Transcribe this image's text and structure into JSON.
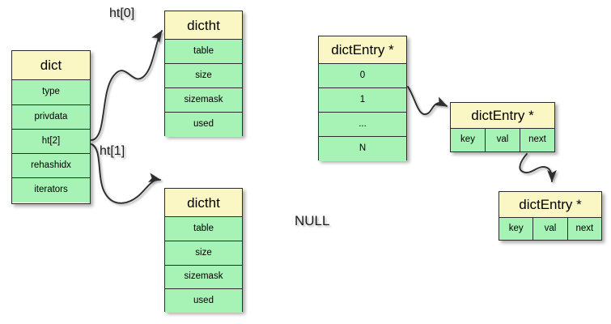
{
  "diagram": {
    "title": "Redis dict / dictht / dictEntry structure diagram",
    "background_color": "#ffffff",
    "header_color": "#fbf7c4",
    "cell_color": "#a6f3b5",
    "border_color": "#2d2d2d",
    "arrow_color": "#2d2d2d"
  },
  "dict_struct": {
    "header": "dict",
    "fields": [
      "type",
      "privdata",
      "ht[2]",
      "rehashidx",
      "iterators"
    ]
  },
  "edge_labels": {
    "ht0": "ht[0]",
    "ht1": "ht[1]"
  },
  "dictht_0": {
    "header": "dictht",
    "fields": [
      "table",
      "size",
      "sizemask",
      "used"
    ]
  },
  "dictht_1": {
    "header": "dictht",
    "fields": [
      "table",
      "size",
      "sizemask",
      "used"
    ]
  },
  "bucket_array": {
    "header": "dictEntry *",
    "slots": [
      "0",
      "1",
      "...",
      "N"
    ]
  },
  "entry_1": {
    "header": "dictEntry *",
    "fields": [
      "key",
      "val",
      "next"
    ]
  },
  "entry_2": {
    "header": "dictEntry *",
    "fields": [
      "key",
      "val",
      "next"
    ]
  },
  "null_pointer": {
    "text": "NULL"
  }
}
